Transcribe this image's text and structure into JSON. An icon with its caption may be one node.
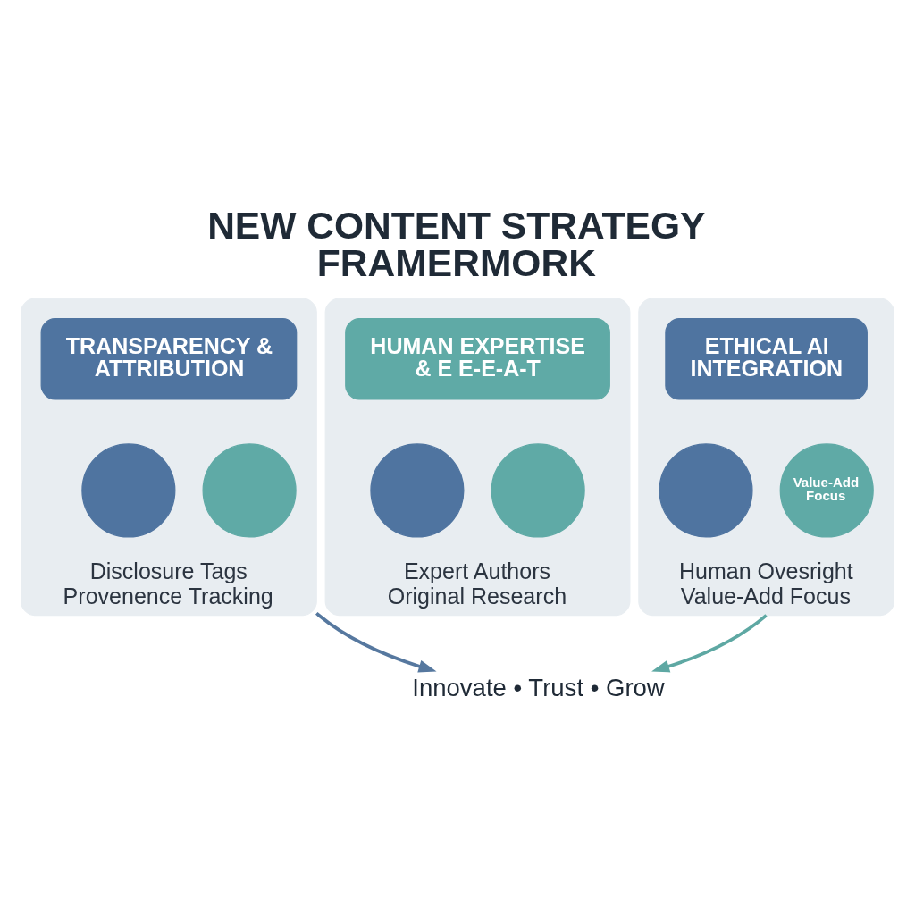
{
  "diagram": {
    "title": "NEW CONTENT STRATEGY FRAMERMORK",
    "nodes": [
      {
        "text": [
          "Disclosure Tags",
          "Provenence Tracking"
        ]
      },
      {
        "text": [
          "TRANSPARENCY & ATTRIBUTION"
        ],
        "in": 0
      },
      {
        "text": [],
        "shape": "circle",
        "in": 0
      },
      {
        "text": [],
        "shape": "circle",
        "in": 0
      },
      {
        "text": [
          "Expert Authors",
          "Original Research"
        ]
      },
      {
        "text": [
          "HUMAN EXPERTISE & E E-E-A-T"
        ],
        "in": 4
      },
      {
        "text": [],
        "shape": "circle",
        "in": 4
      },
      {
        "text": [],
        "shape": "circle",
        "in": 4
      },
      {
        "text": [
          "Human Ovesright",
          "Value-Add Focus"
        ]
      },
      {
        "text": [
          "ETHICAL AI INTEGRATION"
        ],
        "in": 8
      },
      {
        "text": [],
        "shape": "circle",
        "in": 8
      },
      {
        "text": [
          "Value-Add Focus"
        ],
        "in": 8
      },
      {
        "text": [
          "Innovate • Trust • Grow"
        ]
      }
    ],
    "edges": [
      {
        "from": 0,
        "to": 12,
        "arrow": "to",
        "color": "#56789f"
      },
      {
        "from": 8,
        "to": 12,
        "arrow": "to",
        "color": "#5ea8a3"
      }
    ]
  }
}
